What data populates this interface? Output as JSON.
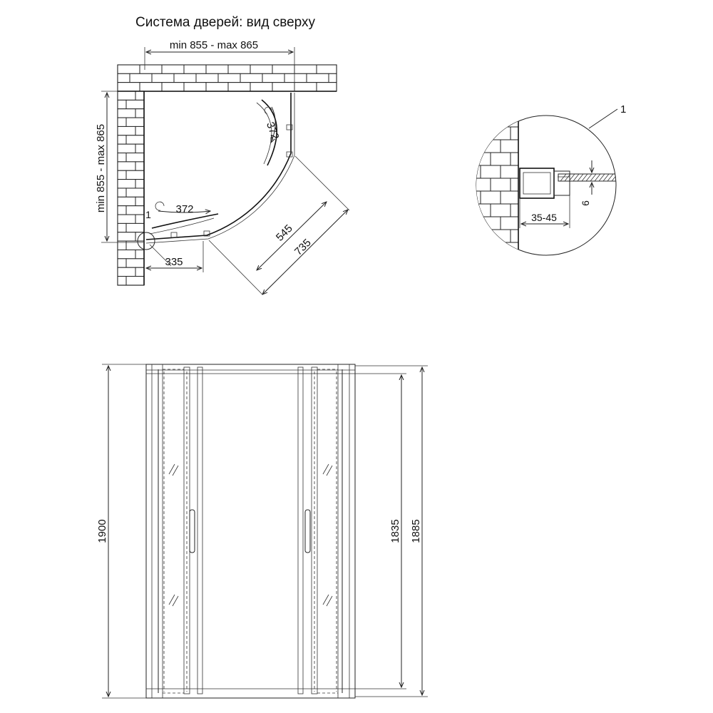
{
  "title": "Система дверей: вид сверху",
  "top_view": {
    "width_range": "min 855 - max 865",
    "depth_range": "min 855 - max 865",
    "door_angle_top": "372",
    "door_angle_left": "372",
    "dim_335": "335",
    "dim_545": "545",
    "dim_735": "735",
    "callout": "1"
  },
  "detail": {
    "callout": "1",
    "dim_adjust": "35-45",
    "dim_glass": "6"
  },
  "front_view": {
    "height_total": "1900",
    "height_doors": "1835",
    "height_frame": "1885"
  }
}
